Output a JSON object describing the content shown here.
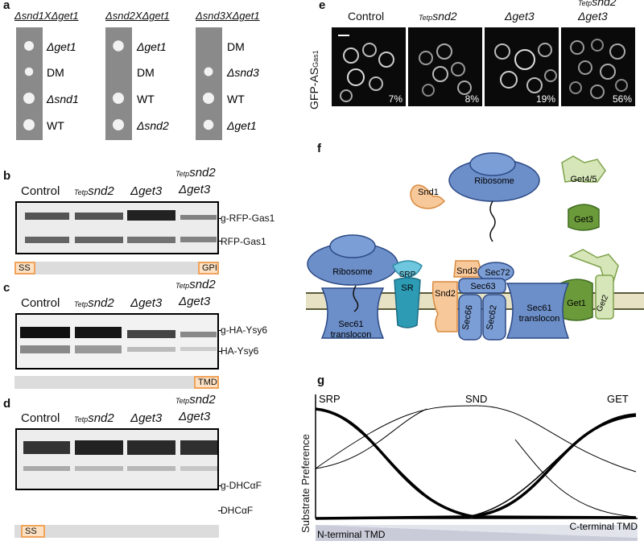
{
  "panel_a": {
    "letter": "a",
    "groups": [
      {
        "header": "Δsnd1XΔget1",
        "spots": [
          "Δget1",
          "DM",
          "Δsnd1",
          "WT"
        ],
        "sizes": [
          0.6,
          0.45,
          0.8,
          0.8
        ]
      },
      {
        "header": "Δsnd2XΔget1",
        "spots": [
          "Δget1",
          "DM",
          "WT",
          "Δsnd2"
        ],
        "sizes": [
          0.75,
          0,
          0.8,
          0.8
        ]
      },
      {
        "header": "Δsnd3XΔget1",
        "spots": [
          "DM",
          "Δsnd3",
          "WT",
          "Δget1"
        ],
        "sizes": [
          0,
          0.5,
          0.8,
          0.65
        ]
      }
    ]
  },
  "lanes": {
    "control": "Control",
    "tetp": "Tetp",
    "snd2": "snd2",
    "get3": "Δget3",
    "tetp2": "Tetp",
    "snd2b": "snd2",
    "get3b": "Δget3"
  },
  "panel_b": {
    "letter": "b",
    "band_upper": "g-RFP-Gas1",
    "band_lower": "RFP-Gas1",
    "tag_left": "SS",
    "tag_right": "GPI"
  },
  "panel_c": {
    "letter": "c",
    "band_upper": "g-HA-Ysy6",
    "band_lower": "HA-Ysy6",
    "tag_right": "TMD"
  },
  "panel_d": {
    "letter": "d",
    "band_upper": "g-DHCαF",
    "band_lower": "DHCαF",
    "tag_left": "SS"
  },
  "panel_e": {
    "letter": "e",
    "ylabel": "GFP-AS",
    "ylabel_sub": "Gas1",
    "columns": [
      "Control",
      "snd2",
      "Δget3",
      "Δget3"
    ],
    "tetp": "Tetp",
    "percents": [
      "7%",
      "8%",
      "19%",
      "56%"
    ]
  },
  "panel_f": {
    "letter": "f",
    "ribosome_top": "Ribosome",
    "ribosome_left": "Ribosome",
    "snd1": "Snd1",
    "get45": "Get4/5",
    "get3": "Get3",
    "srp": "SRP",
    "sr": "SR",
    "sec61_a": "Sec61",
    "translocon_a": "translocon",
    "snd3": "Snd3",
    "sec72": "Sec72",
    "sec63": "Sec63",
    "snd2": "Snd2",
    "sec66": "Sec66",
    "sec62": "Sec62",
    "sec61_b": "Sec61",
    "translocon_b": "translocon",
    "get1": "Get1",
    "get2": "Get2",
    "colors": {
      "blue": "#6d8fc9",
      "orange": "#f0a35a",
      "green": "#6b9a3a",
      "teal": "#2e9bb5"
    }
  },
  "panel_g": {
    "letter": "g",
    "ylabel": "Substrate Preference",
    "labels": [
      "SRP",
      "SND",
      "GET"
    ],
    "x_left": "N-terminal TMD",
    "x_right": "C-terminal TMD"
  }
}
